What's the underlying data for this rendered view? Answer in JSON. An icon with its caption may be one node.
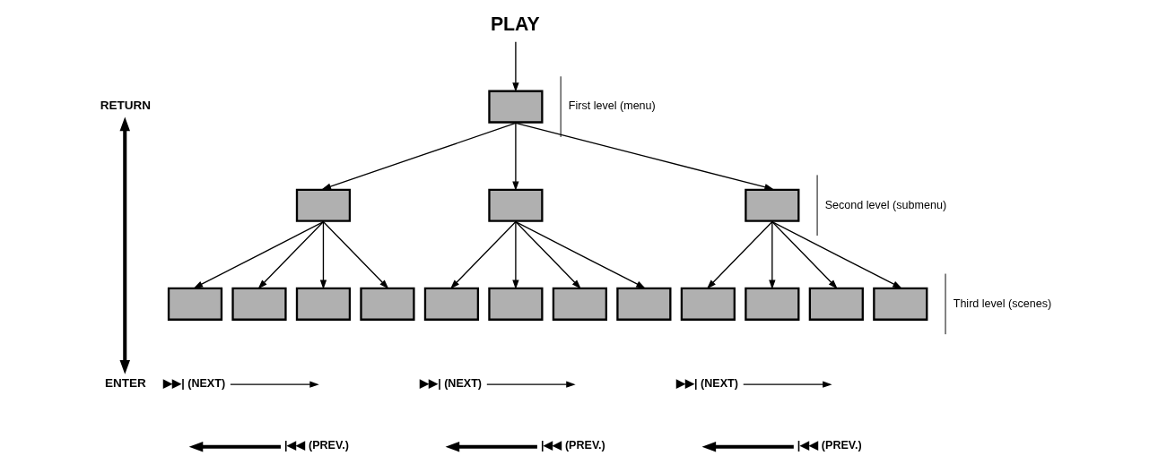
{
  "diagram": {
    "nodes": [
      {
        "text": [
          "PLAY"
        ]
      },
      {
        "text": [
          "RETURN"
        ]
      },
      {
        "text": [],
        "shape": "box"
      },
      {
        "text": [],
        "shape": "box"
      },
      {
        "text": [],
        "shape": "box"
      },
      {
        "text": [],
        "shape": "box"
      },
      {
        "text": [],
        "shape": "box"
      },
      {
        "text": [],
        "shape": "box"
      },
      {
        "text": [],
        "shape": "box"
      },
      {
        "text": [],
        "shape": "box"
      },
      {
        "text": [],
        "shape": "box"
      },
      {
        "text": [],
        "shape": "box"
      },
      {
        "text": [],
        "shape": "box"
      },
      {
        "text": [],
        "shape": "box"
      },
      {
        "text": [],
        "shape": "box"
      },
      {
        "text": [],
        "shape": "box"
      },
      {
        "text": [],
        "shape": "box"
      },
      {
        "text": [],
        "shape": "box"
      },
      {
        "text": [
          "ENTER"
        ]
      },
      {
        "text": [
          "▶▶| (NEXT)"
        ]
      },
      {
        "text": [
          "▶▶| (NEXT)"
        ]
      },
      {
        "text": [
          "▶▶| (NEXT)"
        ]
      },
      {
        "text": [
          "|◀◀ (PREV.)"
        ]
      },
      {
        "text": [
          "|◀◀ (PREV.)"
        ]
      },
      {
        "text": [
          "|◀◀ (PREV.)"
        ]
      }
    ],
    "edges": [
      {
        "from": 0,
        "to": 2,
        "arrow": "to"
      },
      {
        "from": 2,
        "to": 3,
        "arrow": "to"
      },
      {
        "from": 2,
        "to": 4,
        "arrow": "to"
      },
      {
        "from": 2,
        "to": 5,
        "arrow": "to"
      },
      {
        "from": 3,
        "to": 6,
        "arrow": "to"
      },
      {
        "from": 3,
        "to": 7,
        "arrow": "to"
      },
      {
        "from": 3,
        "to": 8,
        "arrow": "to"
      },
      {
        "from": 3,
        "to": 9,
        "arrow": "to"
      },
      {
        "from": 4,
        "to": 10,
        "arrow": "to"
      },
      {
        "from": 4,
        "to": 11,
        "arrow": "to"
      },
      {
        "from": 4,
        "to": 12,
        "arrow": "to"
      },
      {
        "from": 4,
        "to": 13,
        "arrow": "to"
      },
      {
        "from": 5,
        "to": 14,
        "arrow": "to"
      },
      {
        "from": 5,
        "to": 15,
        "arrow": "to"
      },
      {
        "from": 5,
        "to": 16,
        "arrow": "to"
      },
      {
        "from": 5,
        "to": 17,
        "arrow": "to"
      },
      {
        "from": 1,
        "to": 18,
        "arrow": "both",
        "style": "thick"
      },
      {
        "from": 19,
        "to": null,
        "arrow": "to"
      },
      {
        "from": 20,
        "to": null,
        "arrow": "to"
      },
      {
        "from": 21,
        "to": null,
        "arrow": "to"
      },
      {
        "from": 22,
        "to": null,
        "arrow": "to",
        "style": "thick"
      },
      {
        "from": 23,
        "to": null,
        "arrow": "to",
        "style": "thick"
      },
      {
        "from": 24,
        "to": null,
        "arrow": "to",
        "style": "thick"
      }
    ],
    "labels": [
      "First level (menu)",
      "Second level (submenu)",
      "Third level (scenes)"
    ]
  }
}
